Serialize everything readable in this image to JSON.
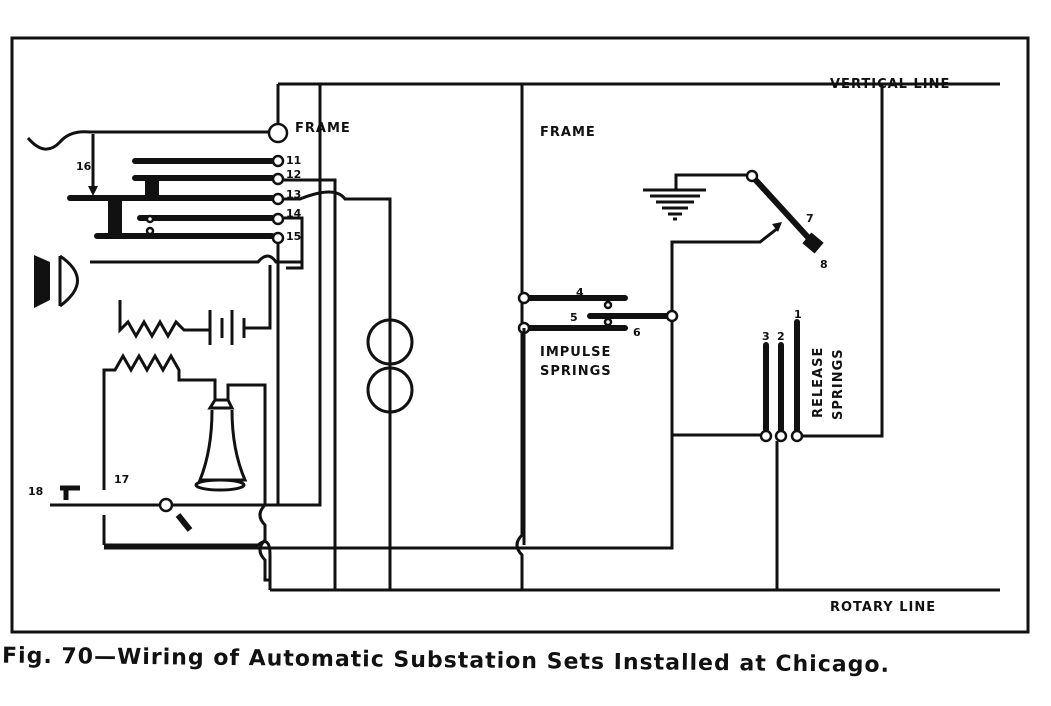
{
  "diagram": {
    "labels": {
      "vertical_line": "VERTICAL LINE",
      "rotary_line": "ROTARY LINE",
      "frame_left": "FRAME",
      "frame_right": "FRAME",
      "impulse_springs_1": "IMPULSE",
      "impulse_springs_2": "SPRINGS",
      "release_springs_1": "RELEASE",
      "release_springs_2": "SPRINGS"
    },
    "numbers": {
      "n1": "1",
      "n2": "2",
      "n3": "3",
      "n4": "4",
      "n5": "5",
      "n6": "6",
      "n7": "7",
      "n8": "8",
      "n11": "11",
      "n12": "12",
      "n13": "13",
      "n14": "14",
      "n15": "15",
      "n16": "16",
      "n17": "17",
      "n18": "18"
    },
    "caption": "Fig. 70—Wiring of Automatic Substation Sets Installed at Chicago."
  }
}
